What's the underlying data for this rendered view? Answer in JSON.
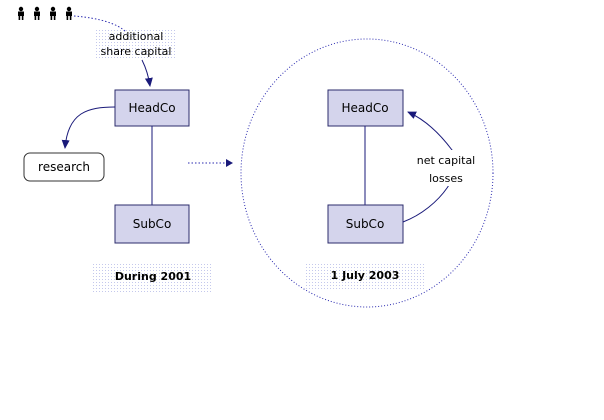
{
  "labels": {
    "additional_line1": "additional",
    "additional_line2": "share capital",
    "headco_left": "HeadCo",
    "subco_left": "SubCo",
    "research": "research",
    "during_caption": "During 2001",
    "headco_right": "HeadCo",
    "subco_right": "SubCo",
    "netcap_line1": "net capital",
    "netcap_line2": "losses",
    "date_caption": "1 July 2003"
  },
  "icons": {
    "shareholders": "person-icon"
  },
  "colors": {
    "box_fill": "#d4d4ec",
    "box_border": "#2b2b6b",
    "connector": "#1a1a7a",
    "dotted": "#2b2bb0",
    "caption_dots": "#c4c8ec"
  }
}
